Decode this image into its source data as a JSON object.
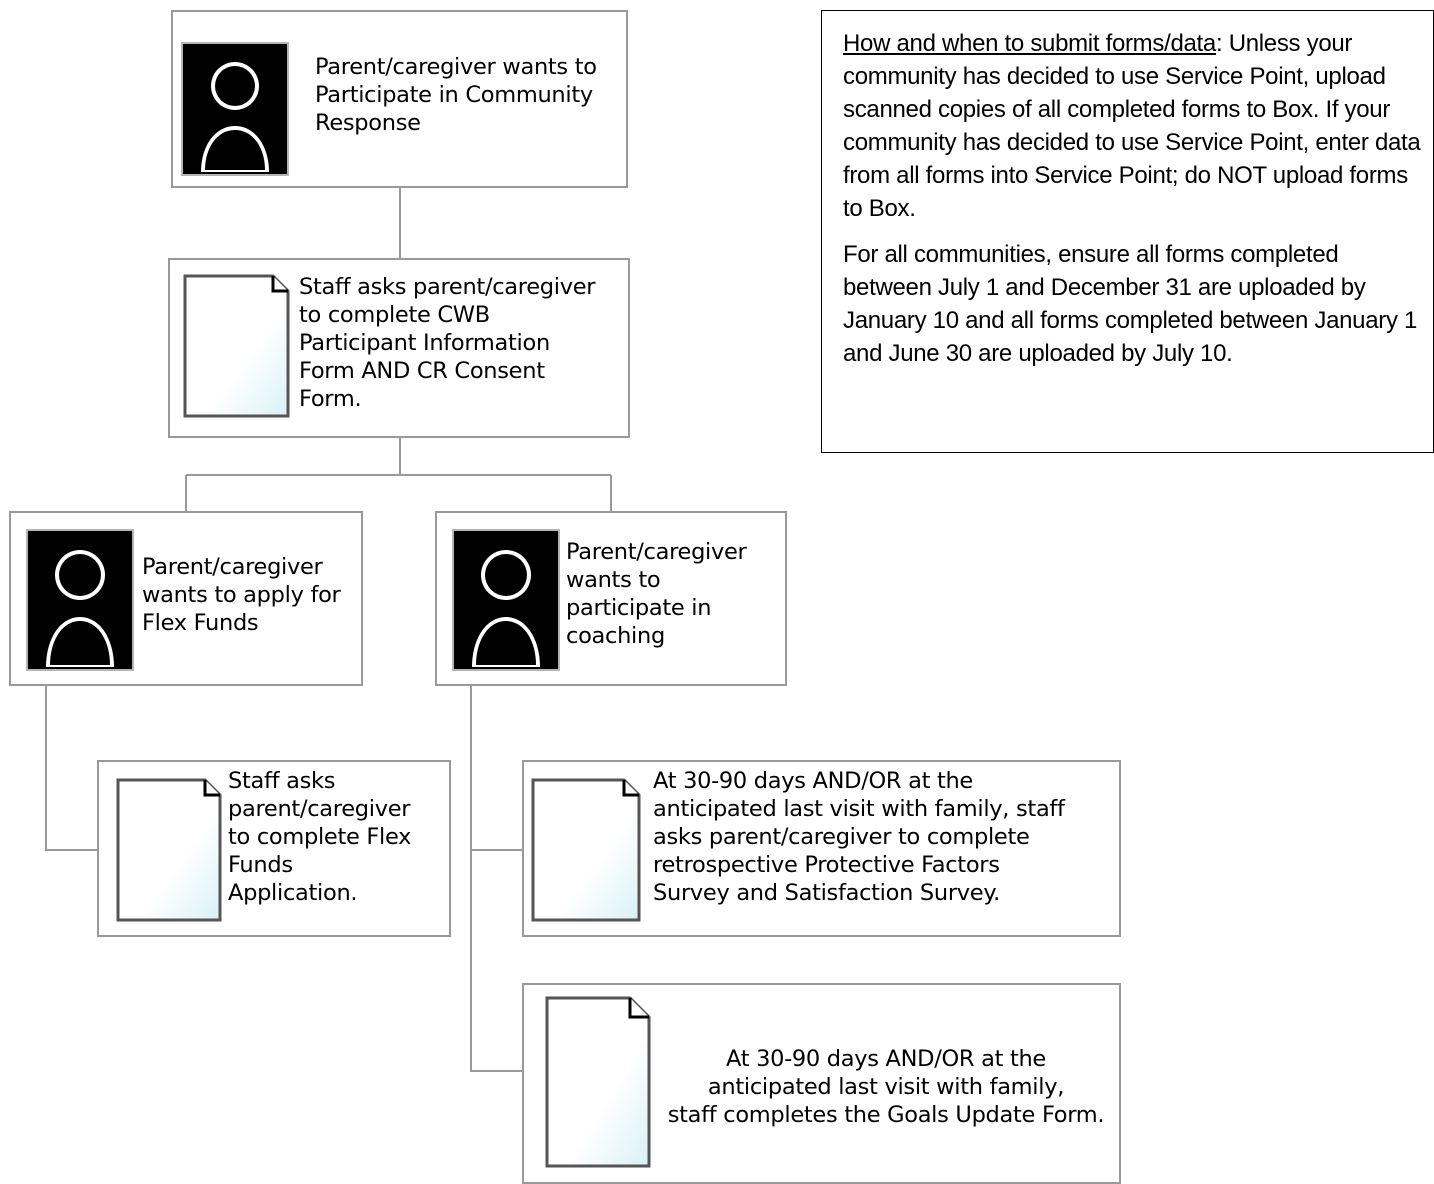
{
  "nodes": {
    "participate_community": "Parent/caregiver wants to\nParticipate in Community\nResponse",
    "staff_asks_cwb": "Staff asks parent/caregiver\nto complete CWB\nParticipant Information\nForm AND CR Consent\nForm.",
    "flex_funds": "Parent/caregiver\nwants to apply for\nFlex Funds",
    "coaching": "Parent/caregiver\nwants to\nparticipate in\ncoaching",
    "flex_application": "Staff asks\nparent/caregiver\nto complete Flex\nFunds\nApplication.",
    "protective_factors": "At 30-90 days AND/OR at the\nanticipated last visit with family, staff\nasks parent/caregiver to complete\nretrospective Protective Factors\nSurvey  and Satisfaction Survey.",
    "goals_update": "At 30-90 days AND/OR at the\nanticipated last visit with family,\nstaff completes the Goals Update Form."
  },
  "note": {
    "heading": "How and when to submit forms/data",
    "paragraph1_rest": ": Unless your community has decided to use Service Point, upload scanned copies of all completed forms to Box. If your community has decided to use Service Point, enter data from all forms into Service Point; do NOT upload forms to Box.",
    "paragraph2": "For all communities, ensure all forms completed between July 1 and December 31 are uploaded by January 10 and all forms completed between January 1 and June 30 are uploaded by July 10."
  },
  "icons": {
    "person": "parent-group-icon",
    "document": "form-document-icon"
  },
  "colors": {
    "box_border": "#999999",
    "connector": "#999999",
    "icon_fill": "#000000"
  }
}
